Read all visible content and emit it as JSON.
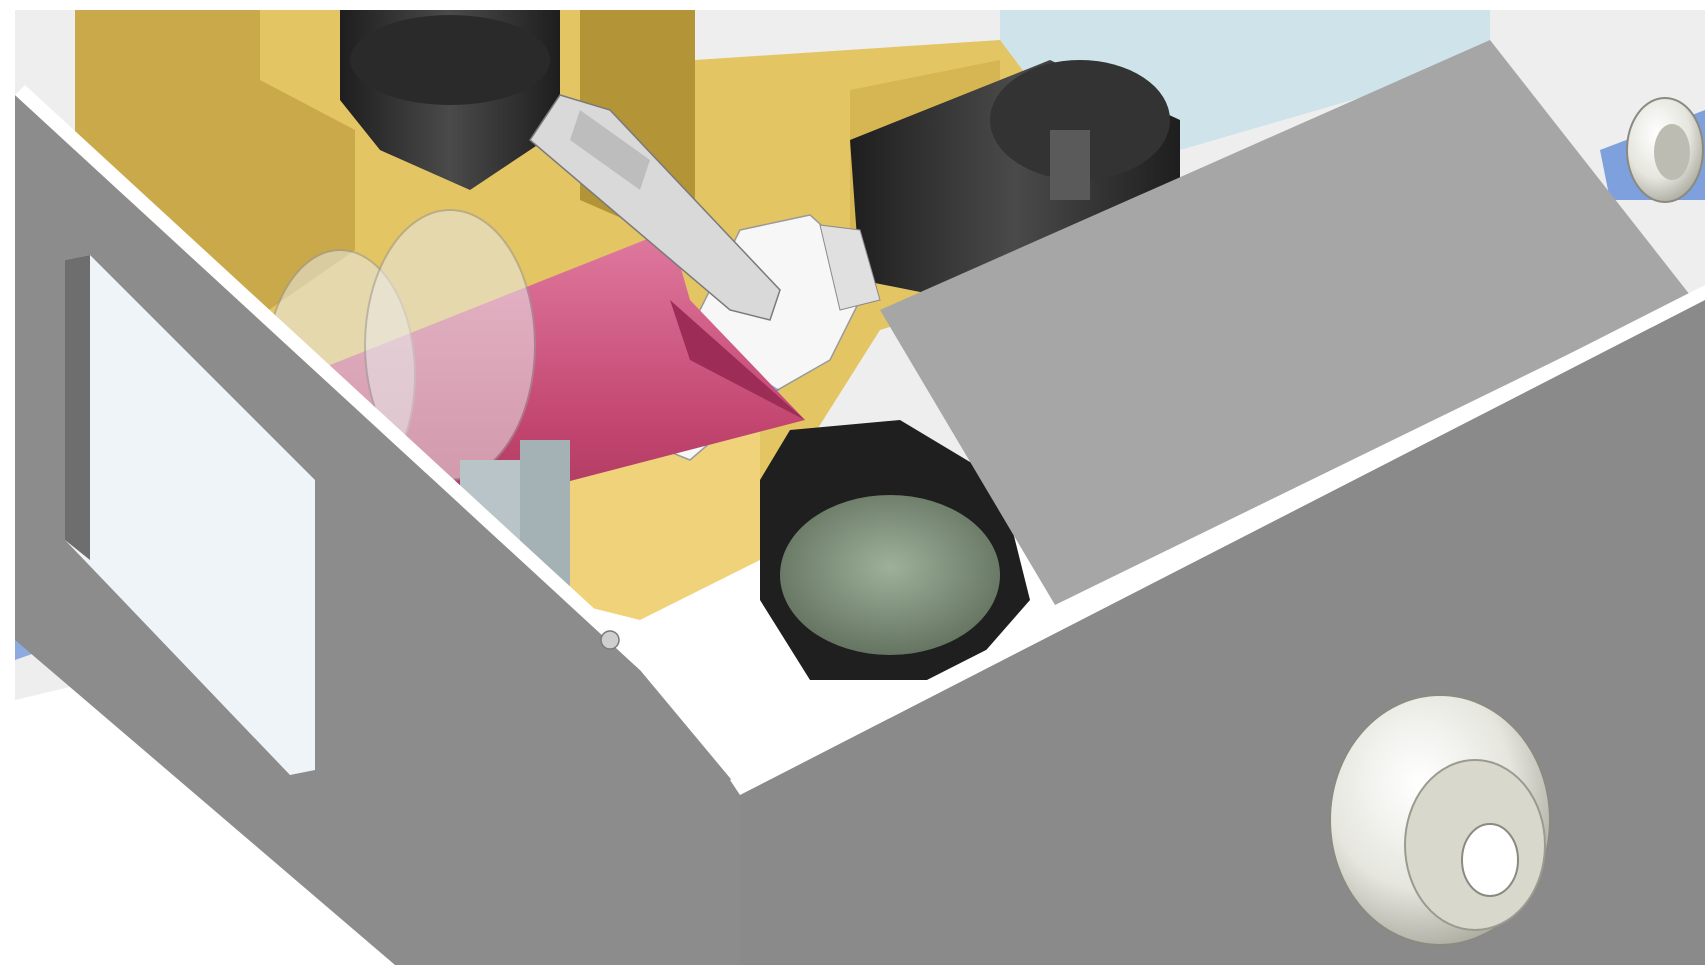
{
  "diagram": {
    "kind": "3d-cad-cutaway",
    "labels": [],
    "components": [
      {
        "name": "outer-housing",
        "color": "#8c8c8c"
      },
      {
        "name": "inner-mounting-block",
        "color": "#e4c564"
      },
      {
        "name": "laser-beam-red",
        "color": "#c2456f"
      },
      {
        "name": "laser-beam-blue",
        "color": "#4f7fd6"
      },
      {
        "name": "twin-disc-lenses",
        "color": "#dcdcdc"
      },
      {
        "name": "objective-lens-left",
        "color": "#2f2f2f"
      },
      {
        "name": "objective-lens-right",
        "color": "#2f2f2f"
      },
      {
        "name": "needle-tip",
        "color": "#d9d9d9"
      },
      {
        "name": "sample-stage-plate",
        "color": "#ffffff"
      },
      {
        "name": "hex-detector-lens",
        "color": "#1f1f1f"
      },
      {
        "name": "cover-panel",
        "color": "#a6a6a6"
      },
      {
        "name": "fitting-side",
        "color": "#e6e6df"
      },
      {
        "name": "fitting-front",
        "color": "#ecece4"
      },
      {
        "name": "blue-backpanel",
        "color": "#cfe3ea"
      }
    ]
  }
}
